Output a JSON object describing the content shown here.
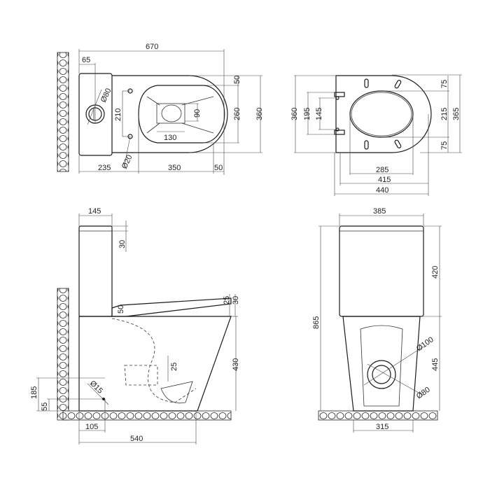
{
  "top_view": {
    "overall_length": "670",
    "tank_offset": "65",
    "outlet_diameter": "Ø80",
    "bolt_spacing": "210",
    "bolt_diameter": "Ø20",
    "tank_depth": "235",
    "bowl_length": "350",
    "rim_to_front": "50",
    "rim_offset": "50",
    "bowl_inner_width": "260",
    "overall_width": "360",
    "waste_depth": "90",
    "waste_width": "130"
  },
  "seat_view": {
    "width_outer": "360",
    "hinge_outer": "195",
    "hinge_inner": "145",
    "margin_top": "75",
    "opening_height": "215",
    "margin_bottom": "75",
    "seat_width": "365",
    "opening_length": "285",
    "seat_length": "415",
    "overall_length": "440"
  },
  "side_view": {
    "tank_depth": "145",
    "lid_height": "30",
    "seat_thickness": "25",
    "seat_height": "30",
    "hinge_offset": "50",
    "bowl_height": "430",
    "water_depth": "25",
    "inlet_height": "185",
    "inlet_offset": "55",
    "inlet_diameter": "Ø15",
    "inlet_wall_distance": "105",
    "overall_depth": "540"
  },
  "front_view": {
    "tank_width": "385",
    "overall_height": "865",
    "tank_height": "420",
    "bowl_height": "445",
    "outlet_outer": "Ø100",
    "outlet_inner": "Ø80",
    "base_width": "315"
  }
}
